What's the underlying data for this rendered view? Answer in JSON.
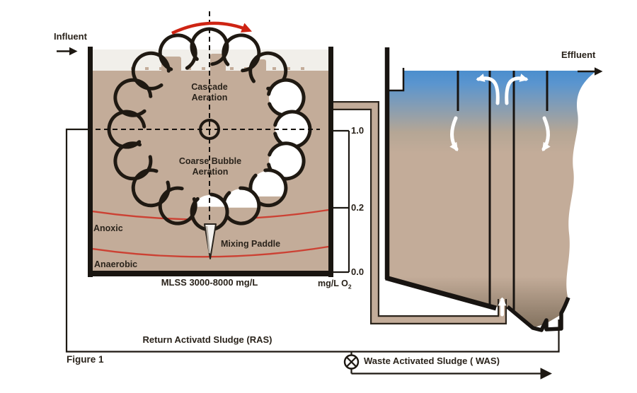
{
  "figure": {
    "caption": "Figure 1"
  },
  "streams": {
    "influent": "Influent",
    "effluent": "Effluent",
    "ras": "Return Activatd Sludge (RAS)",
    "was": "Waste Activated Sludge ( WAS)"
  },
  "aeration_tank": {
    "cascade_line1": "Cascade",
    "cascade_line2": "Aeration",
    "coarse_line1": "Coarse Bubble",
    "coarse_line2": "Aeration",
    "anoxic": "Anoxic",
    "anaerobic": "Anaerobic",
    "mixing_paddle": "Mixing Paddle",
    "mlss": "MLSS 3000-8000 mg/L"
  },
  "o2_scale": {
    "tick_top": "1.0",
    "tick_mid": "0.2",
    "tick_bottom": "0.0",
    "unit_main": "mg/L O",
    "unit_sub": "2"
  },
  "colors": {
    "sludge_tan": "#c3ac99",
    "water_blue": "#4b8ecd",
    "line_dark": "#1f1912",
    "accent_red": "#cc4133",
    "rotation_red": "#ce2413",
    "flow_white": "#ffffff"
  }
}
